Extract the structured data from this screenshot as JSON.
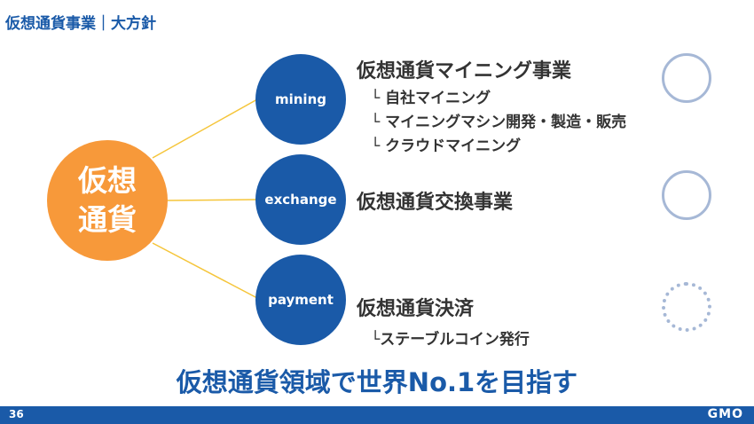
{
  "header": {
    "title": "仮想通貨事業｜大方針"
  },
  "center": {
    "line1": "仮想",
    "line2": "通貨"
  },
  "nodes": {
    "mining": "mining",
    "exchange": "exchange",
    "payment": "payment"
  },
  "businesses": {
    "mining": {
      "title": "仮想通貨マイニング事業",
      "subs": [
        "└ 自社マイニング",
        "└ マイニングマシン開発・製造・販売",
        "└ クラウドマイニング"
      ]
    },
    "exchange": {
      "title": "仮想通貨交換事業"
    },
    "payment": {
      "title": "仮想通貨決済",
      "subs": [
        "└ステーブルコイン発行"
      ]
    }
  },
  "slogan": "仮想通貨領域で世界No.1を目指す",
  "footer": {
    "page_number": "36",
    "logo": "GMO"
  },
  "colors": {
    "brand_blue": "#1a5aa8",
    "accent_orange": "#f7993a",
    "status_circle": "#a6b8d6",
    "connector": "#f5c53a"
  }
}
